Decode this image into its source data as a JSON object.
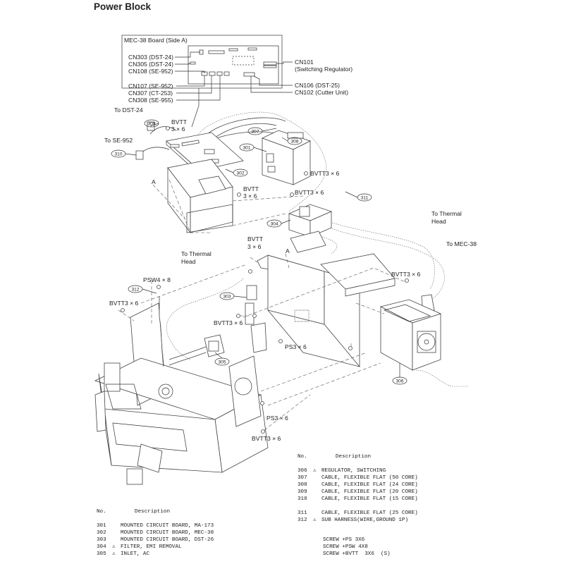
{
  "title": "Power Block",
  "board": {
    "title": "MEC-38 Board (Side A)",
    "left_labels": [
      "CN303 (DST-24)",
      "CN305 (DST-24)",
      "CN108 (SE-952)",
      "CN107 (SE-952)",
      "CN307 (CT-253)",
      "CN308 (SE-955)"
    ],
    "right_labels": [
      "CN101",
      "(Switching Regulator)",
      "CN106 (DST-25)",
      "CN102 (Cutter Unit)"
    ]
  },
  "callouts": {
    "to_dst24": "To DST-24",
    "to_se952": "To SE-952",
    "bvtt_a": "BVTT",
    "x6_a": "3 × 6",
    "bvtt3x6_a": "BVTT3 × 6",
    "bvtt3x6_b": "BVTT3 × 6",
    "bvtt_b": "BVTT",
    "x6_b": "3 × 6",
    "to_thermal_1a": "To Thermal",
    "to_thermal_1b": "Head",
    "to_mec38": "To MEC-38",
    "to_thermal_2a": "To Thermal",
    "to_thermal_2b": "Head",
    "bvtt_c": "BVTT",
    "x6_c": "3 × 6",
    "bvtt3x6_c": "BVTT3 × 6",
    "psw4x8": "PSW4 × 8",
    "bvtt3x6_d": "BVTT3 × 6",
    "bvtt3x6_e": "BVTT3 × 6",
    "ps3x6_a": "PS3 × 6",
    "ps3x6_b": "PS3 × 6",
    "bvtt3x6_f": "BVTT3 × 6",
    "letter_a1": "A",
    "letter_a2": "A"
  },
  "part_numbers": {
    "p309": "309",
    "p310": "310",
    "p307": "307",
    "p308": "308",
    "p301": "301",
    "p302": "302",
    "p311": "311",
    "p304": "304",
    "p303": "303",
    "p312": "312",
    "p305": "305",
    "p306": "306"
  },
  "parts_list_left": {
    "header_no": "No.",
    "header_desc": "Description",
    "rows": [
      {
        "no": "301",
        "mark": "",
        "desc": "MOUNTED CIRCUIT BOARD, MA-173"
      },
      {
        "no": "302",
        "mark": "",
        "desc": "MOUNTED CIRCUIT BOARD, MEC-38"
      },
      {
        "no": "303",
        "mark": "",
        "desc": "MOUNTED CIRCUIT BOARD, DST-26"
      },
      {
        "no": "304",
        "mark": "⚠",
        "desc": "FILTER, EMI REMOVAL"
      },
      {
        "no": "305",
        "mark": "⚠",
        "desc": "INLET, AC"
      }
    ]
  },
  "parts_list_right": {
    "header_no": "No.",
    "header_desc": "Description",
    "rows": [
      {
        "no": "306",
        "mark": "⚠",
        "desc": "REGULATOR, SWITCHING"
      },
      {
        "no": "307",
        "mark": "",
        "desc": "CABLE, FLEXIBLE FLAT (50 CORE)"
      },
      {
        "no": "308",
        "mark": "",
        "desc": "CABLE, FLEXIBLE FLAT (24 CORE)"
      },
      {
        "no": "309",
        "mark": "",
        "desc": "CABLE, FLEXIBLE FLAT (20 CORE)"
      },
      {
        "no": "310",
        "mark": "",
        "desc": "CABLE, FLEXIBLE FLAT (15 CORE)"
      },
      {
        "no": "311",
        "mark": "",
        "desc": "CABLE, FLEXIBLE FLAT (25 CORE)"
      },
      {
        "no": "312",
        "mark": "⚠",
        "desc": "SUB HARNESS(WIRE,GROUND 1P)"
      }
    ],
    "screws": [
      "SCREW +PS 3X6",
      "SCREW +PSW 4X8",
      "SCREW +BVTT  3X6  (S)"
    ]
  }
}
